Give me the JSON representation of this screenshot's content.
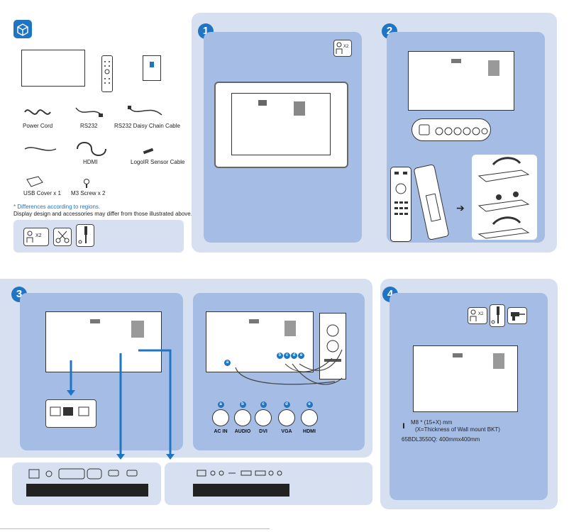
{
  "accessories": {
    "items": [
      {
        "label": "Power Cord"
      },
      {
        "label": "RS232"
      },
      {
        "label": "RS232 Daisy Chain Cable"
      },
      {
        "label": "HDMI"
      },
      {
        "label": "LogoIR Sensor Cable"
      },
      {
        "label": "USB Cover x 1"
      },
      {
        "label": "M3 Screw x 2"
      }
    ],
    "note_differences": "* Differences according to regions.",
    "note_display": "Display design and accessories may differ from those illustrated above.",
    "tools": {
      "persons": "X2"
    }
  },
  "step1": {
    "number": "1",
    "persons": "X2"
  },
  "step2": {
    "number": "2"
  },
  "step3": {
    "number": "3",
    "ports": [
      {
        "letter": "a",
        "label": "AC IN"
      },
      {
        "letter": "b",
        "label": "AUDIO"
      },
      {
        "letter": "c",
        "label": "DVI"
      },
      {
        "letter": "d",
        "label": "VGA"
      },
      {
        "letter": "e",
        "label": "HDMI"
      }
    ]
  },
  "step4": {
    "number": "4",
    "persons": "X2",
    "screw_spec": "M8 * (15+X) mm",
    "screw_note": "(X=Thickness of  Wall mount BKT)",
    "model_spec": "65BDL3550Q: 400mmx400mm"
  },
  "colors": {
    "accent": "#1f74c4",
    "panel_light": "#d6e0f1",
    "panel_dark": "#a5bde4"
  }
}
